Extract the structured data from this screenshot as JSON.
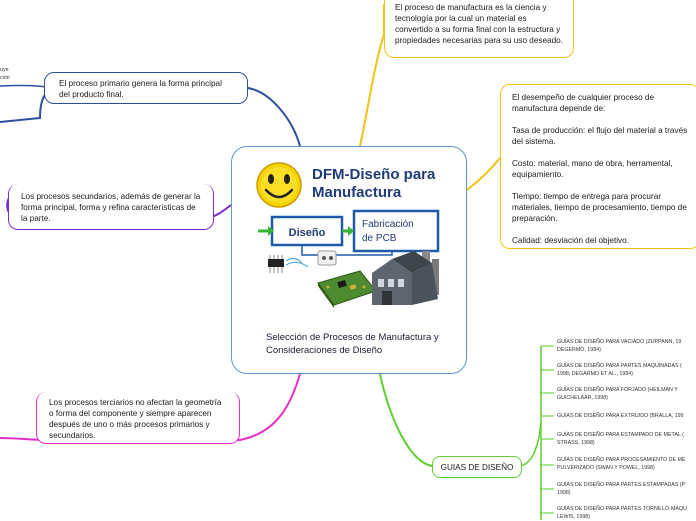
{
  "central": {
    "banner_title_line1": "DFM-Diseño para",
    "banner_title_line2": "Manufactura",
    "box_left": "Diseño",
    "box_right_line1": "Fabricación",
    "box_right_line2": "de PCB",
    "label": "Selección de Procesos de Manufactura y Consideraciones de Diseño"
  },
  "topics": {
    "definition": "El proceso de manufactura es la ciencia y tecnología por la cual un material es convertido a su forma final con la estructura y propiedades necesarias para su uso deseado.",
    "performance": {
      "intro": "El desempeño de cualquier proceso de manufactura depende de:",
      "rate": "Tasa de producción: el flujo del material a través del sistema.",
      "cost": "Costo: material, mano de obra, herramental, equipamiento.",
      "time": "Tiempo: tiempo de entrega para procurar materiales, tiempo de procesamiento, tiempo de preparación.",
      "quality": "Calidad: desviación del objetivo."
    },
    "primary": "El proceso primario genera la forma principal del producto final.",
    "secondary": "Los procesos secundarios, además de generar la forma principal, forma y refina características de la parte.",
    "tertiary": "Los procesos terciarios no afectan la geometría o forma del componente y siempre aparecen después de uno o más procesos primarios y secundarios.",
    "guides": "GUIAS DE DISEÑO"
  },
  "cut_text": {
    "line1": "uye",
    "line2": "ción"
  },
  "guides": [
    "GUÍAS DE DISEÑO PARA VACIADO (ZUPPANN, 19\nDEGERMO, 1984)",
    "GUÍAS DE DISEÑO PARA PARTES MAQUINADAS (\n1998; DEGARMO ET AL., 1984)",
    "GUÍAS DE DISEÑO PARA FORJADO (HEILMAN Y\nGUICHELAAR, 1998)",
    "GUÍAS DE DISEÑO PARA EXTRUIDO (BRALLA, 199",
    "GUÍAS DE DISEÑO PARA ESTAMPADO DE METAL (\nSTRASS, 1998)",
    "GUÍAS DE DISEÑO PARA PROCESAMIENTO DE ME\nPULVERIZADO (SWAN Y POWEL, 1998)",
    "GUÍAS DE DISEÑO PARA PARTES ESTAMPADAS (P\n1998)",
    "GUÍAS DE DISEÑO PARA PARTES TORNILLO-MÁQU\nLEWIS, 1998)"
  ],
  "colors": {
    "blue": "#2d4fa0",
    "yellow": "#f2c314",
    "purple": "#7a2bd6",
    "magenta": "#e62ec9",
    "green": "#5fcf33",
    "central_border": "#5b9bd5"
  }
}
